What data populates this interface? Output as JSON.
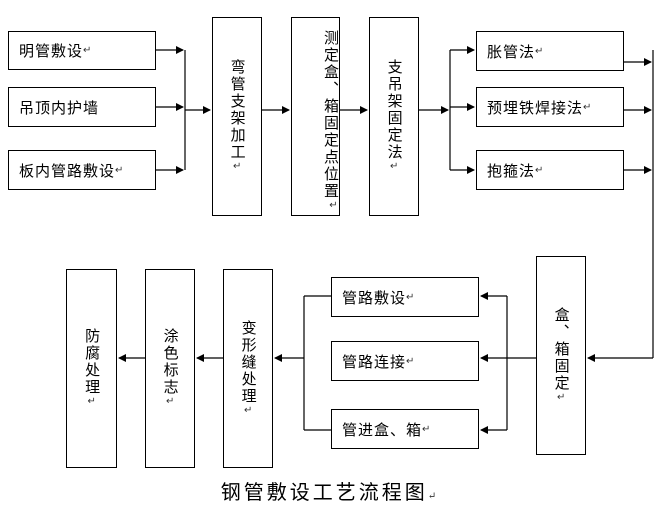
{
  "diagram": {
    "caption": "钢管敷设工艺流程图",
    "para_mark": "↵",
    "inputs": [
      "明管敷设",
      "吊顶内护墙",
      "板内管路敷设"
    ],
    "bend": "弯管支架加工",
    "measure": "测定盒、箱固定点位置",
    "support": "支吊架固定法",
    "methods": [
      "胀管法",
      "预埋铁焊接法",
      "抱箍法"
    ],
    "box_fix": "盒、箱固定",
    "laying": [
      "管路敷设",
      "管路连接",
      "管进盒、箱"
    ],
    "deform": "变形缝处理",
    "paint": "涂色标志",
    "anticorrosion": "防腐处理"
  }
}
